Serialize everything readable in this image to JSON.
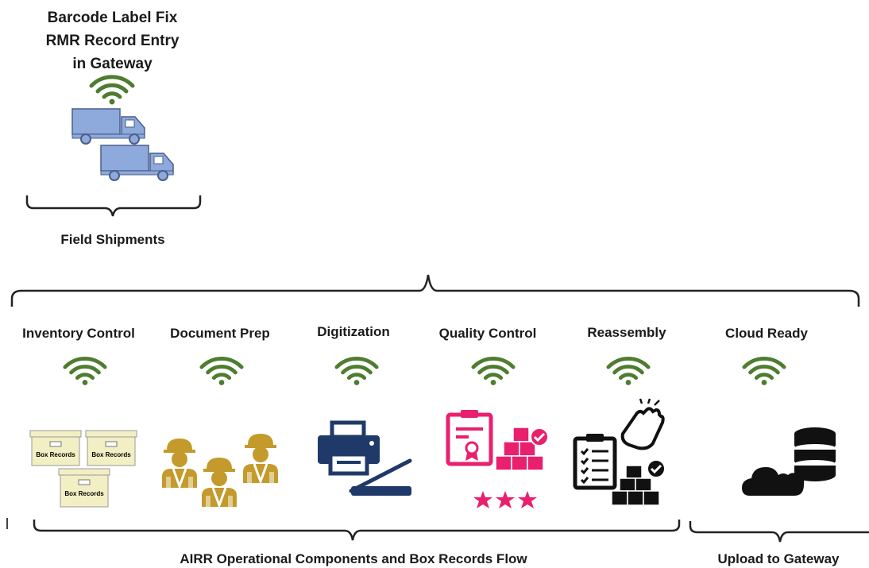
{
  "header": {
    "line1": "Barcode Label Fix",
    "line2": "RMR Record Entry",
    "line3": "in Gateway"
  },
  "field_shipments": {
    "label": "Field Shipments"
  },
  "stages": [
    {
      "label": "Inventory Control",
      "icon": "box-records-icon",
      "box_label": "Box Records"
    },
    {
      "label": "Document Prep",
      "icon": "workers-icon"
    },
    {
      "label": "Digitization",
      "icon": "printer-scanner-icon"
    },
    {
      "label": "Quality Control",
      "icon": "certificate-boxes-stars-icon"
    },
    {
      "label": "Reassembly",
      "icon": "checklist-hand-boxes-icon"
    },
    {
      "label": "Cloud Ready",
      "icon": "cloud-database-icon"
    }
  ],
  "bottom": {
    "flow_label": "AIRR Operational Components and Box Records Flow",
    "upload_label": "Upload to Gateway"
  },
  "colors": {
    "wifi": "#4e7d2f",
    "truck": "#8ea9db",
    "box": "#f3efc4",
    "worker": "#c39a2b",
    "printer": "#1f3a68",
    "qc": "#e8206e",
    "dark": "#111111"
  }
}
